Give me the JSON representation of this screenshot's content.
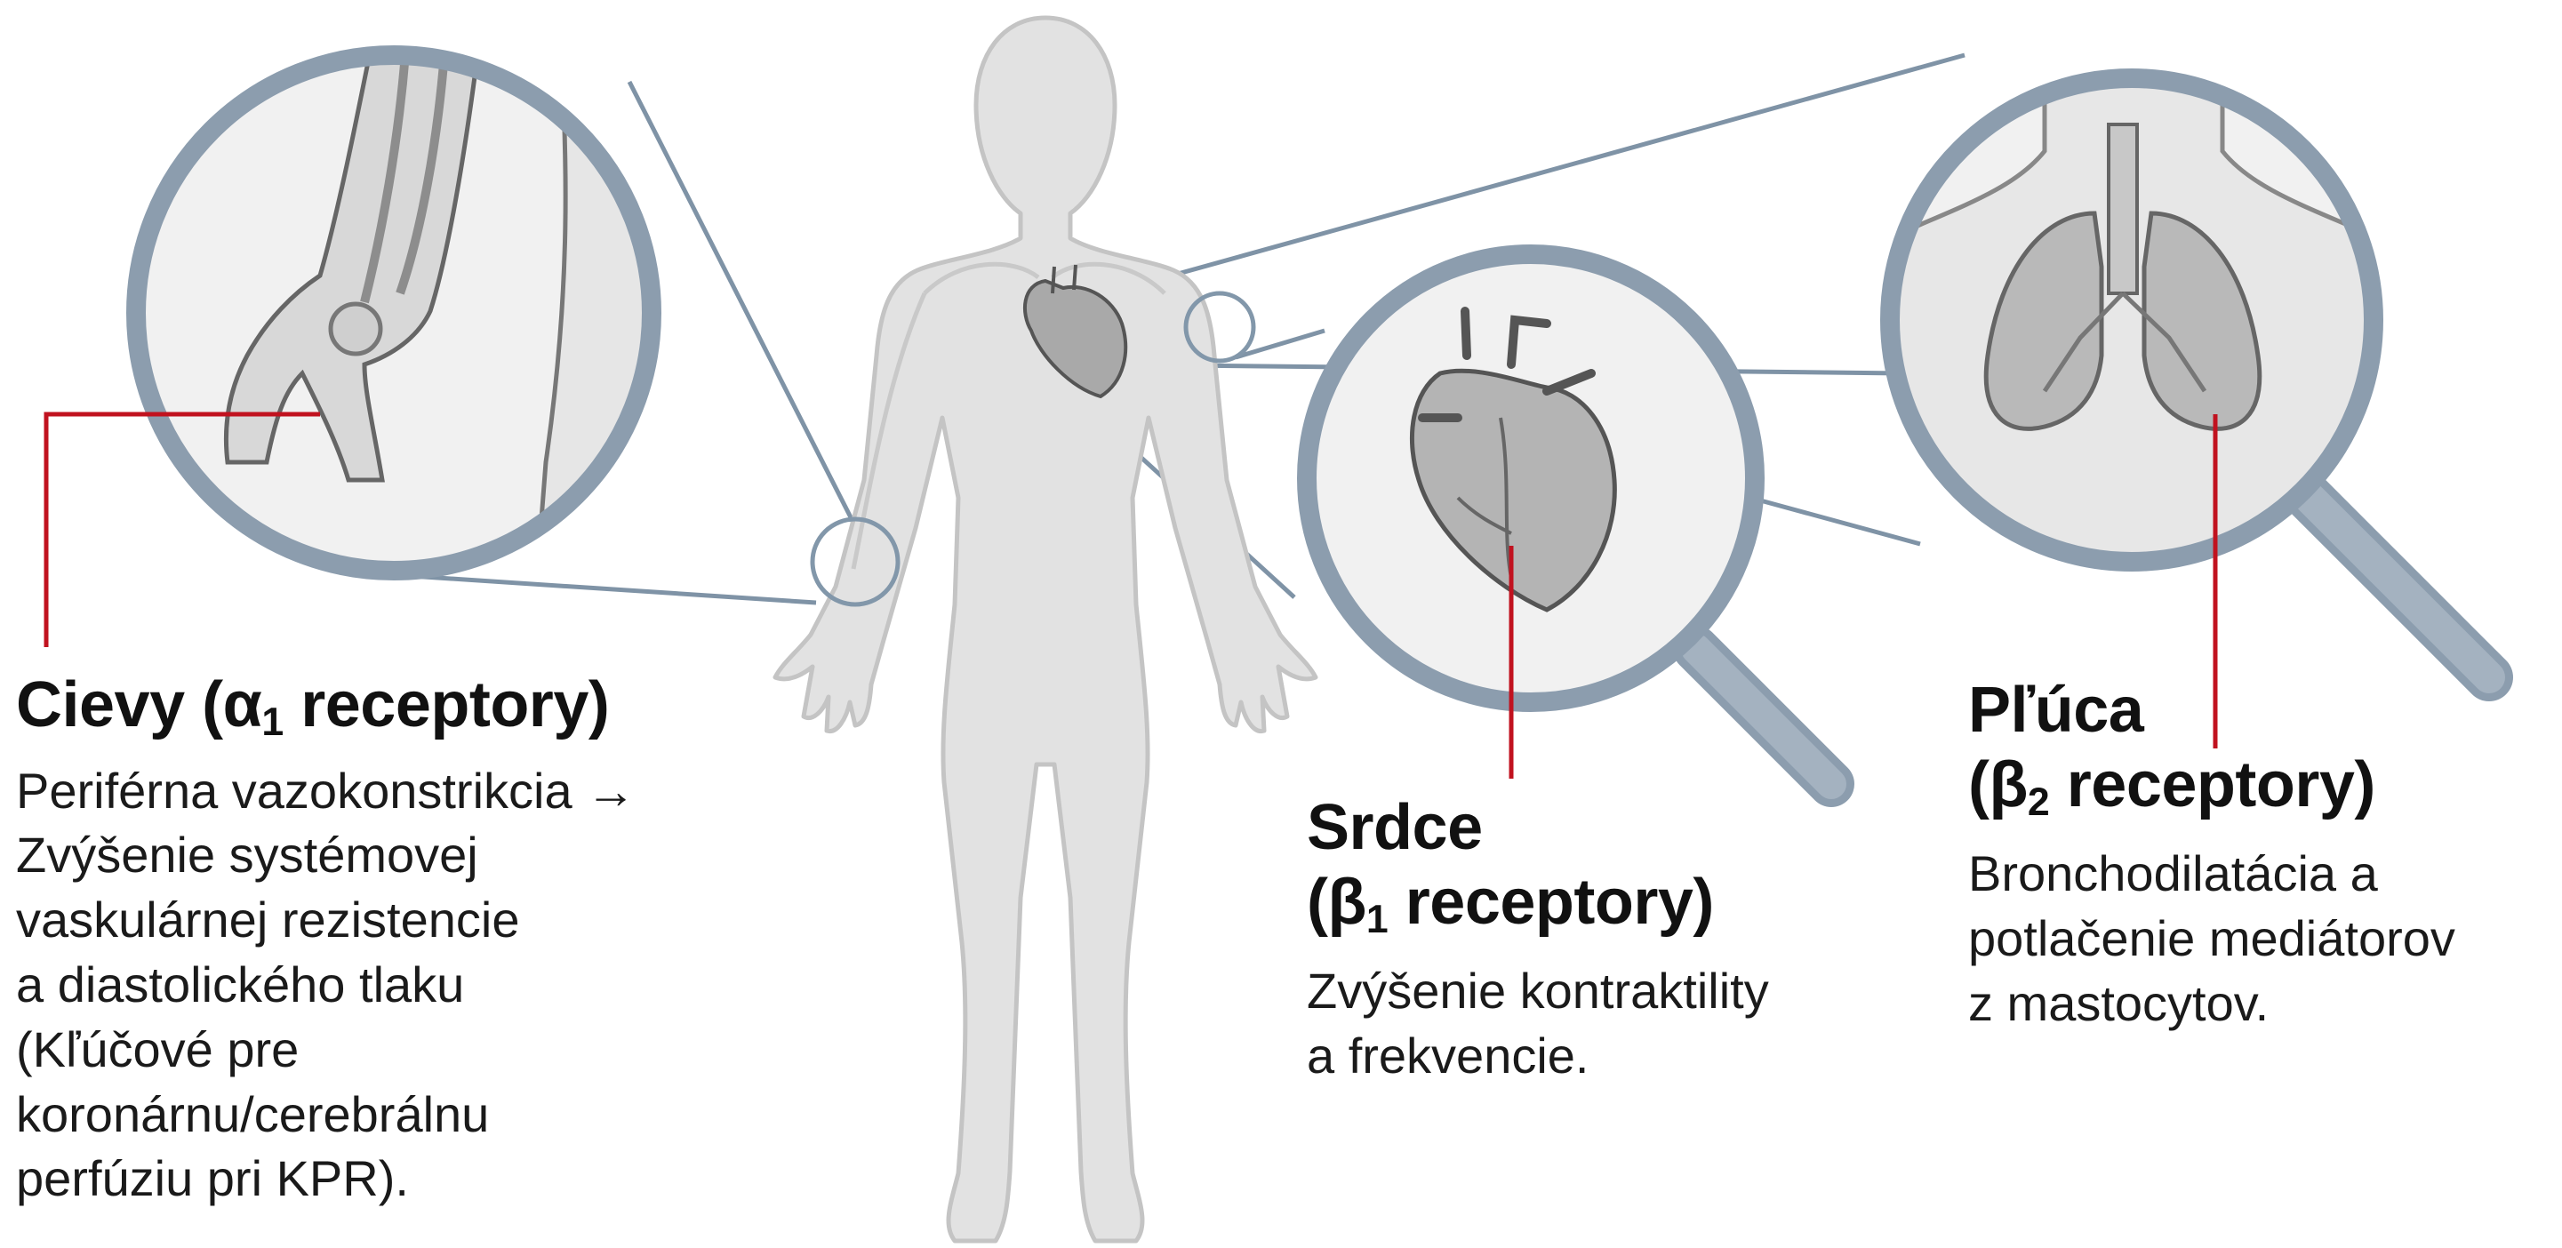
{
  "colors": {
    "body_fill": "#e2e2e2",
    "body_stroke": "#c4c4c4",
    "lens_frame": "#8c9dae",
    "lens_fill": "#f1f1f1",
    "organ_fill": "#b4b4b4",
    "organ_stroke": "#555555",
    "pointer_red": "#c1121f",
    "text": "#111111"
  },
  "callouts": {
    "vessels": {
      "title_main": "Cievy (α",
      "title_sub": "1",
      "title_end": " receptory)",
      "lines": [
        "Periférna vazokonstrikcia →",
        "Zvýšenie systémovej",
        "vaskulárnej rezistencie",
        "a diastolického tlaku",
        "(Kľúčové pre",
        "koronárnu/cerebrálnu",
        "perfúziu pri KPR)."
      ]
    },
    "heart": {
      "title_line1": "Srdce",
      "title_main": "(β",
      "title_sub": "1",
      "title_end": " receptory)",
      "lines": [
        "Zvýšenie kontraktility",
        "a frekvencie."
      ]
    },
    "lungs": {
      "title_line1": "Pľúca",
      "title_main": "(β",
      "title_sub": "2",
      "title_end": " receptory)",
      "lines": [
        "Bronchodilatácia a",
        "potlačenie mediátorov",
        "z mastocytov."
      ]
    }
  }
}
